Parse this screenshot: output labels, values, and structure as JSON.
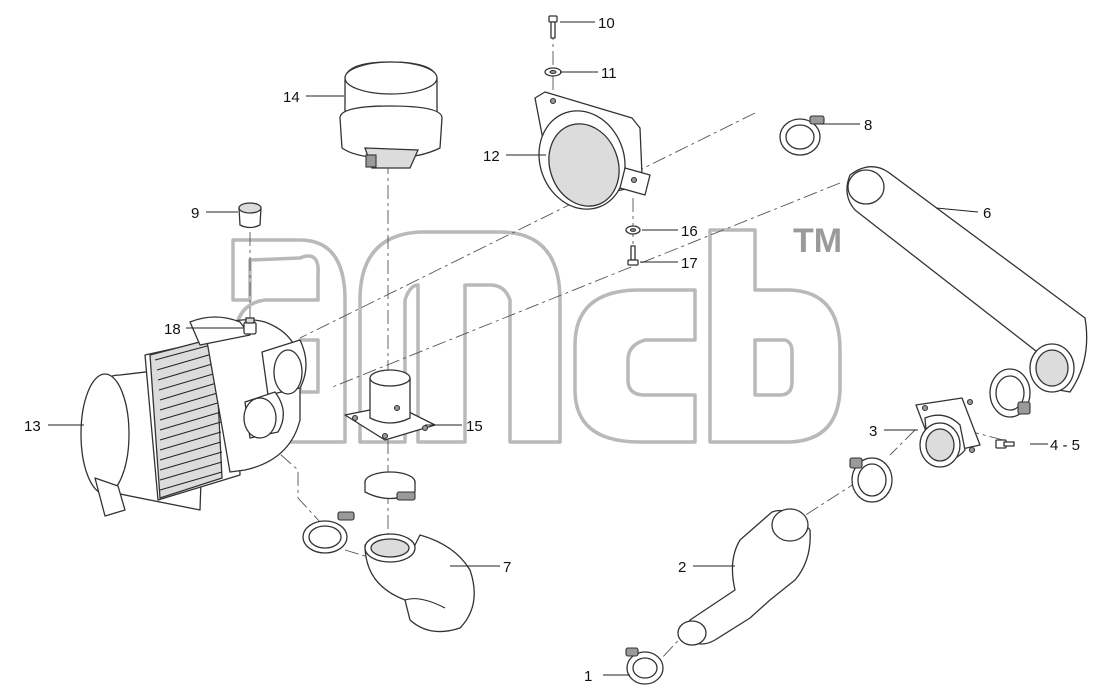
{
  "callouts": {
    "c1": "1",
    "c2": "2",
    "c3": "3",
    "c45": "4 - 5",
    "c6": "6",
    "c7": "7",
    "c8": "8",
    "c9": "9",
    "c10": "10",
    "c11": "11",
    "c12": "12",
    "c13": "13",
    "c14": "14",
    "c15": "15",
    "c16": "16",
    "c17": "17",
    "c18": "18"
  },
  "watermark": {
    "mark": "TM"
  }
}
